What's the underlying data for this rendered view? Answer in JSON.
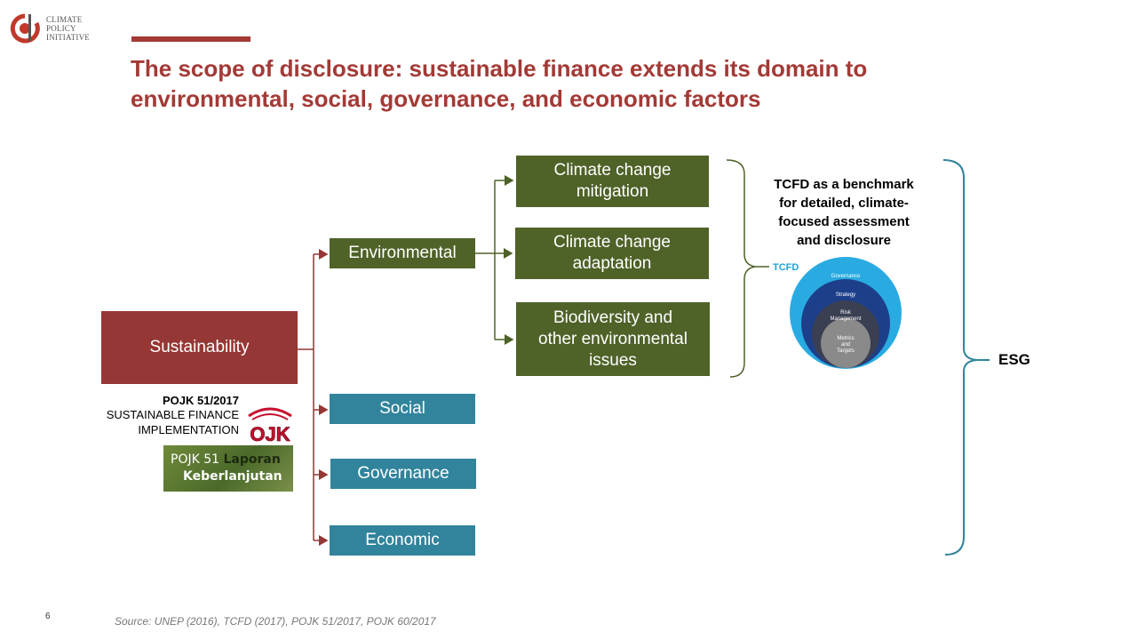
{
  "logo": {
    "lines": [
      "CLIMATE",
      "POLICY",
      "INITIATIVE"
    ]
  },
  "title": {
    "line1": "The scope of disclosure: sustainable finance extends its domain to",
    "line2": "environmental, social, governance, and economic factors"
  },
  "root": {
    "label": "Sustainability"
  },
  "categories": {
    "environmental": "Environmental",
    "social": "Social",
    "governance": "Governance",
    "economic": "Economic"
  },
  "env_items": {
    "mitigation": {
      "line1": "Climate change",
      "line2": "mitigation"
    },
    "adaptation": {
      "line1": "Climate change",
      "line2": "adaptation"
    },
    "biodiversity": {
      "line1": "Biodiversity and",
      "line2": "other environmental",
      "line3": "issues"
    }
  },
  "tcfd_note": {
    "line1": "TCFD as a benchmark",
    "line2": "for detailed, climate-",
    "line3": "focused assessment",
    "line4": "and disclosure"
  },
  "tcfd_graphic": {
    "label": "TCFD",
    "rings": [
      "Governance",
      "Strategy",
      "Risk",
      "Management",
      "Metrics",
      "and",
      "Targets"
    ]
  },
  "esg": "ESG",
  "pojk": {
    "title": "POJK 51/2017",
    "sub1": "SUSTAINABLE FINANCE",
    "sub2": "IMPLEMENTATION"
  },
  "ojk_logo": "OJK",
  "pojk_banner": {
    "line1a": "POJK 51",
    "line1b": "Laporan",
    "line2": "Keberlanjutan"
  },
  "source": "Source: UNEP (2016),  TCFD (2017),  POJK 51/2017,  POJK 60/2017",
  "page_number": "6",
  "colors": {
    "accent": "#a33a36",
    "green": "#4f6228",
    "teal": "#31849b",
    "red_box": "#953734",
    "bracket": "#31849b",
    "connector_red": "#953734",
    "connector_green": "#4f6228"
  }
}
